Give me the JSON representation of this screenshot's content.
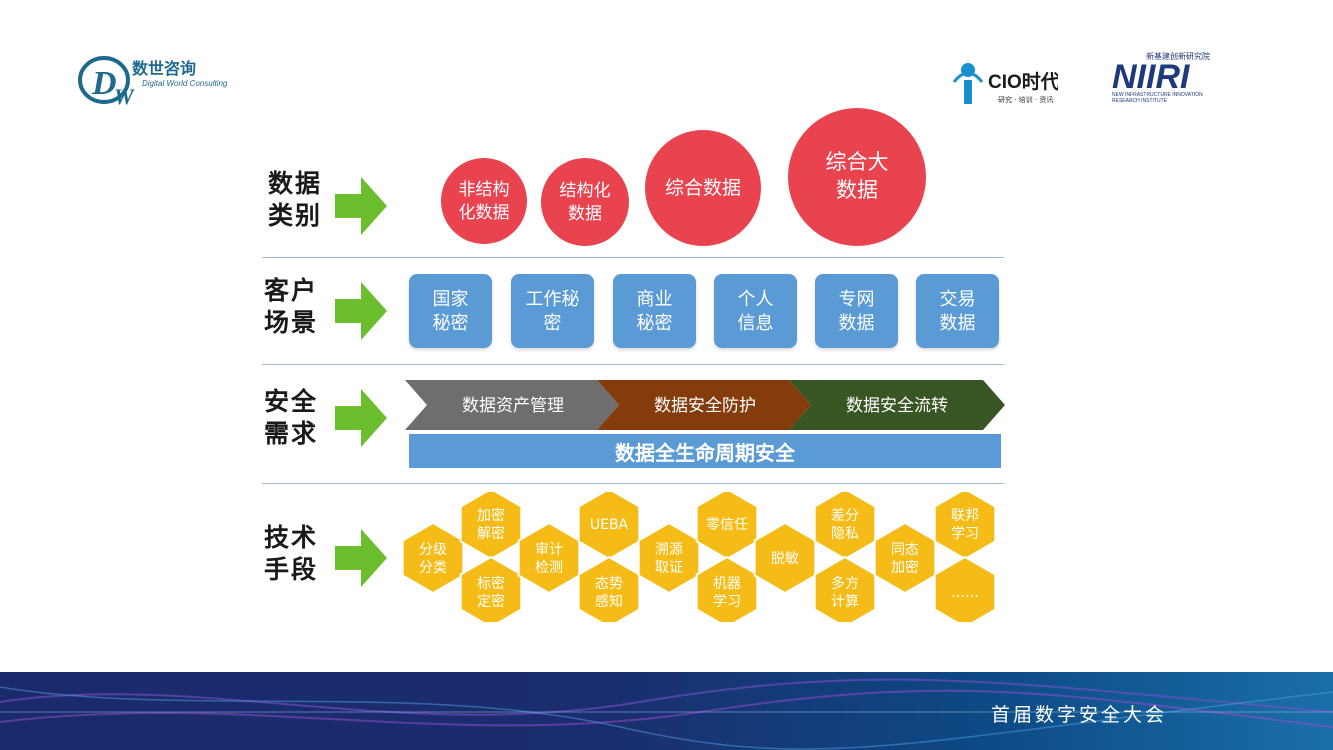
{
  "logos": {
    "dw_name": "数世咨询",
    "dw_sub": "Digital World Consulting",
    "cio_name": "CIO时代",
    "cio_sub": "研究 · 培训 · 资讯",
    "niiri_name": "NIIRI",
    "niiri_cn": "新基建创新研究院",
    "niiri_en1": "NEW INFRASTRUCTURE INNOVATION",
    "niiri_en2": "RESEARCH INSTITUTE"
  },
  "rows": {
    "data_types": "数据\n类别",
    "scenarios": "客户\n场景",
    "needs": "安全\n需求",
    "tech": "技术\n手段"
  },
  "data_types": [
    {
      "label": "非结构\n化数据"
    },
    {
      "label": "结构化\n数据"
    },
    {
      "label": "综合数据"
    },
    {
      "label": "综合大\n数据"
    }
  ],
  "scenarios": [
    {
      "label": "国家\n秘密"
    },
    {
      "label": "工作秘\n密"
    },
    {
      "label": "商业\n秘密"
    },
    {
      "label": "个人\n信息"
    },
    {
      "label": "专网\n数据"
    },
    {
      "label": "交易\n数据"
    }
  ],
  "needs": {
    "chevrons": [
      "数据资产管理",
      "数据安全防护",
      "数据安全流转"
    ],
    "lifecycle": "数据全生命周期安全"
  },
  "tech": [
    {
      "label": "分级\n分类"
    },
    {
      "label": "加密\n解密"
    },
    {
      "label": "标密\n定密"
    },
    {
      "label": "审计\n检测"
    },
    {
      "label": "UEBA"
    },
    {
      "label": "态势\n感知"
    },
    {
      "label": "溯源\n取证"
    },
    {
      "label": "零信任"
    },
    {
      "label": "机器\n学习"
    },
    {
      "label": "脱敏"
    },
    {
      "label": "差分\n隐私"
    },
    {
      "label": "多方\n计算"
    },
    {
      "label": "同态\n加密"
    },
    {
      "label": "联邦\n学习"
    },
    {
      "label": "……"
    }
  ],
  "footer": {
    "title": "首届数字安全大会"
  },
  "colors": {
    "circle": "#e8434f",
    "scene": "#5b9bd5",
    "arrow": "#6bbf2e",
    "chevron_1": "#6e6e6e",
    "chevron_2": "#843c0c",
    "chevron_3": "#375623",
    "hex": "#f5bb16"
  }
}
